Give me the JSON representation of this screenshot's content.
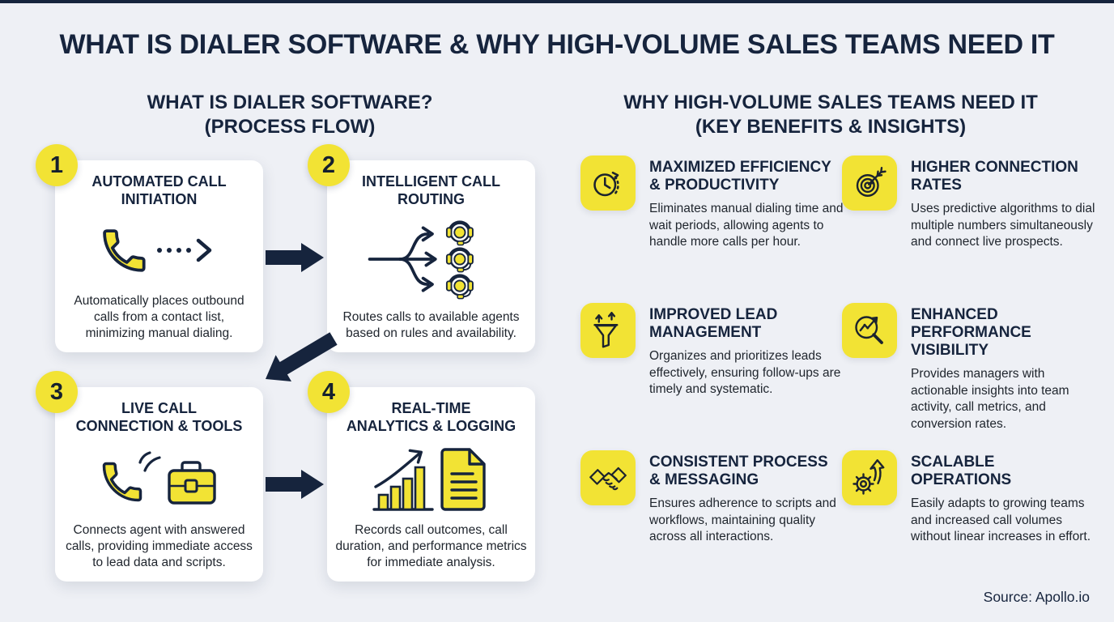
{
  "colors": {
    "background": "#eef0f5",
    "navy": "#16243d",
    "yellow": "#f2e334",
    "card": "#ffffff",
    "body_text": "#20262e"
  },
  "title": "WHAT IS DIALER SOFTWARE & WHY HIGH-VOLUME SALES TEAMS NEED IT",
  "left_section": {
    "heading_lines": [
      "WHAT IS DIALER SOFTWARE?",
      "(PROCESS FLOW)"
    ],
    "steps": [
      {
        "number": "1",
        "title": "AUTOMATED CALL INITIATION",
        "title_lines": [
          "AUTOMATED CALL",
          "INITIATION"
        ],
        "description": "Automatically places outbound calls from a contact list, minimizing manual dialing.",
        "icon": "phone-outbound-icon"
      },
      {
        "number": "2",
        "title": "INTELLIGENT CALL ROUTING",
        "title_lines": [
          "INTELLIGENT CALL",
          "ROUTING"
        ],
        "description": "Routes calls to available agents based on rules and availability.",
        "icon": "call-routing-icon"
      },
      {
        "number": "3",
        "title": "LIVE CALL CONNECTION & TOOLS",
        "title_lines": [
          "LIVE CALL",
          "CONNECTION & TOOLS"
        ],
        "description": "Connects agent with answered calls, providing immediate access to lead data and scripts.",
        "icon": "phone-briefcase-icon"
      },
      {
        "number": "4",
        "title": "REAL-TIME ANALYTICS & LOGGING",
        "title_lines": [
          "REAL-TIME",
          "ANALYTICS & LOGGING"
        ],
        "description": "Records call outcomes, call duration, and performance metrics for immediate analysis.",
        "icon": "analytics-document-icon"
      }
    ]
  },
  "right_section": {
    "heading_lines": [
      "WHY HIGH-VOLUME SALES TEAMS NEED IT",
      "(KEY BENEFITS & INSIGHTS)"
    ],
    "benefits": [
      {
        "title": "MAXIMIZED EFFICIENCY & PRODUCTIVITY",
        "title_lines": [
          "MAXIMIZED EFFICIENCY",
          "& PRODUCTIVITY"
        ],
        "description": "Eliminates manual dialing time and wait periods, allowing agents to handle more calls per hour.",
        "icon": "clock-icon"
      },
      {
        "title": "HIGHER CONNECTION RATES",
        "title_lines": [
          "HIGHER CONNECTION",
          "RATES"
        ],
        "description": "Uses predictive algorithms to dial multiple numbers simultaneously and connect live prospects.",
        "icon": "target-icon"
      },
      {
        "title": "IMPROVED LEAD MANAGEMENT",
        "title_lines": [
          "IMPROVED LEAD",
          "MANAGEMENT"
        ],
        "description": "Organizes and prioritizes leads effectively, ensuring follow-ups are timely and systematic.",
        "icon": "funnel-icon"
      },
      {
        "title": "ENHANCED PERFORMANCE VISIBILITY",
        "title_lines": [
          "ENHANCED",
          "PERFORMANCE",
          "VISIBILITY"
        ],
        "description": "Provides managers with actionable insights into team activity, call metrics, and conversion rates.",
        "icon": "magnifier-chart-icon"
      },
      {
        "title": "CONSISTENT PROCESS & MESSAGING",
        "title_lines": [
          "CONSISTENT PROCESS",
          "& MESSAGING"
        ],
        "description": "Ensures adherence to scripts and workflows, maintaining quality across all interactions.",
        "icon": "handshake-icon"
      },
      {
        "title": "SCALABLE OPERATIONS",
        "title_lines": [
          "SCALABLE",
          "OPERATIONS"
        ],
        "description": "Easily adapts to growing teams and increased call volumes without linear increases in effort.",
        "icon": "gear-growth-icon"
      }
    ]
  },
  "footer": {
    "source": "Source: Apollo.io"
  }
}
